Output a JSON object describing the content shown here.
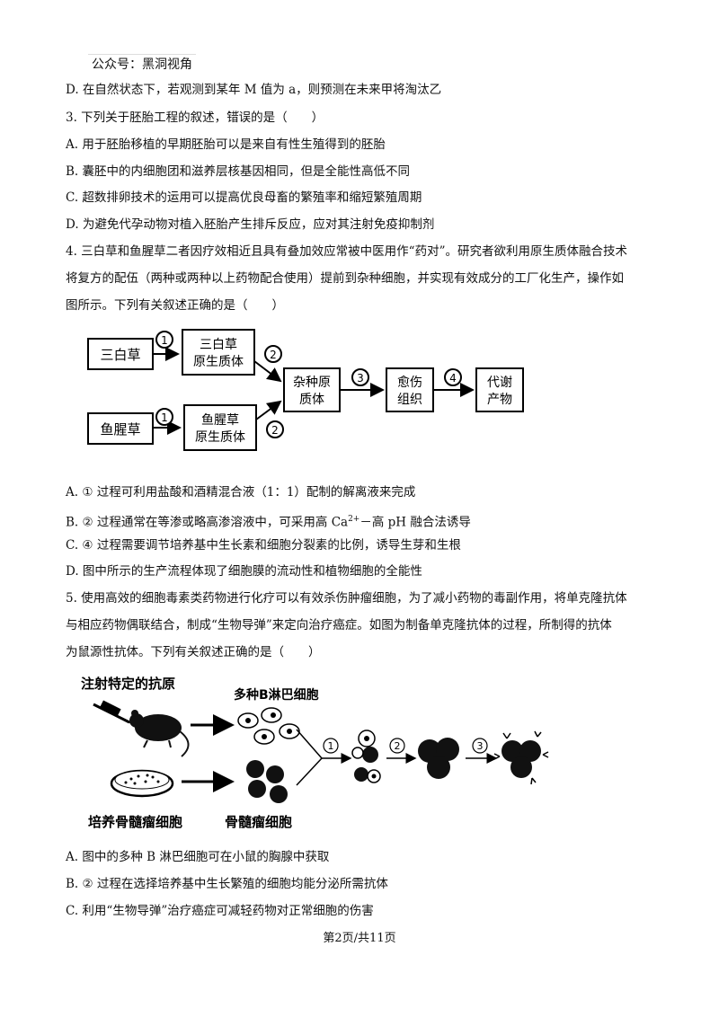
{
  "watermark": "公众号：黑洞视角",
  "lines": {
    "l1": "D. 在自然状态下，若观测到某年 M 值为 a，则预测在未来甲将淘汰乙",
    "q3_pre": "3. 下列关于胚胎工程的叙述，",
    "q3_emph": "错误",
    "q3_post": "的是（　　）",
    "q3a": "A. 用于胚胎移植的早期胚胎可以是来自有性生殖得到的胚胎",
    "q3b": "B. 囊胚中的内细胞团和滋养层核基因相同，但是全能性高低不同",
    "q3c": "C. 超数排卵技术的运用可以提高优良母畜的繁殖率和缩短繁殖周期",
    "q3d": "D. 为避免代孕动物对植入胚胎产生排斥反应，应对其注射免疫抑制剂",
    "q4_1": "4. 三白草和鱼腥草二者因疗效相近且具有叠加效应常被中医用作“药对”。研究者欲利用原生质体融合技术",
    "q4_2": "将复方的配伍（两种或两种以上药物配合使用）提前到杂种细胞，并实现有效成分的工厂化生产，操作如",
    "q4_3": "图所示。下列有关叙述正确的是（　　）",
    "q4a": "A. ① 过程可利用盐酸和酒精混合液（1：1）配制的解离液来完成",
    "q4b_pre": "B. ② 过程通常在等渗或略高渗溶液中，可采用高 Ca",
    "q4b_sup": "2+",
    "q4b_post": "－高 pH 融合法诱导",
    "q4c": "C. ④ 过程需要调节培养基中生长素和细胞分裂素的比例，诱导生芽和生根",
    "q4d": "D. 图中所示的生产流程体现了细胞膜的流动性和植物细胞的全能性",
    "q5_1": "5. 使用高效的细胞毒素类药物进行化疗可以有效杀伤肿瘤细胞，为了减小药物的毒副作用，将单克隆抗体",
    "q5_2": "与相应药物偶联结合，制成“生物导弹”来定向治疗癌症。如图为制备单克隆抗体的过程，所制得的抗体",
    "q5_3": "为鼠源性抗体。下列有关叙述正确的是（　　）",
    "q5a": "A. 图中的多种 B 淋巴细胞可在小鼠的胸腺中获取",
    "q5b": "B. ② 过程在选择培养基中生长繁殖的细胞均能分泌所需抗体",
    "q5c": "C. 利用“生物导弹”治疗癌症可减轻药物对正常细胞的伤害"
  },
  "diagram1": {
    "box_sanbaicao": "三白草",
    "box_sanbaicao_proto_1": "三白草",
    "box_sanbaicao_proto_2": "原生质体",
    "box_yuxingcao": "鱼腥草",
    "box_yuxingcao_proto_1": "鱼腥草",
    "box_yuxingcao_proto_2": "原生质体",
    "box_hybrid_1": "杂种原",
    "box_hybrid_2": "质体",
    "box_callus_1": "愈伤",
    "box_callus_2": "组织",
    "box_metab_1": "代谢",
    "box_metab_2": "产物",
    "step1": "1",
    "step2": "2",
    "step3": "3",
    "step4": "4"
  },
  "diagram2": {
    "label_antigen": "注射特定的抗原",
    "label_b_cells": "多种B淋巴细胞",
    "label_culture": "培养骨髓瘤细胞",
    "label_myeloma": "骨髓瘤细胞",
    "step1": "1",
    "step2": "2",
    "step3": "3"
  },
  "footer": "第2页/共11页"
}
